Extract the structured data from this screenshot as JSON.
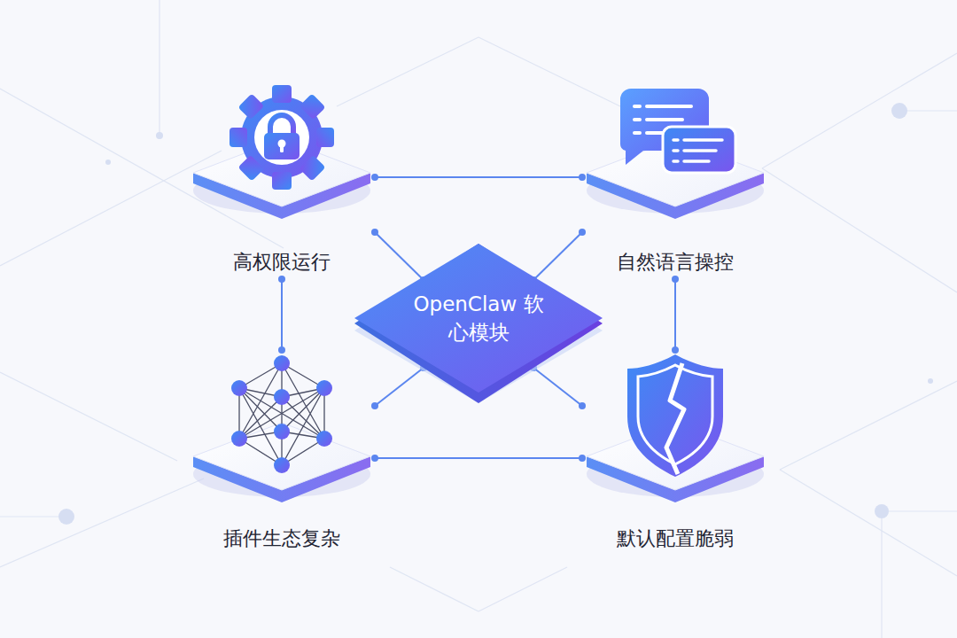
{
  "diagram": {
    "nodes": [
      {
        "text": [
          "高权限运行"
        ]
      },
      {
        "text": [
          "自然语言操控"
        ]
      },
      {
        "text": [
          "OpenClaw 软心模块"
        ]
      },
      {
        "text": [
          "插件生态复杂"
        ]
      },
      {
        "text": [
          "默认配置脆弱"
        ]
      }
    ],
    "edges": [
      {
        "from": 0,
        "to": 1,
        "arrow": "none"
      },
      {
        "from": 0,
        "to": 2,
        "arrow": "none"
      },
      {
        "from": 1,
        "to": 2,
        "arrow": "none"
      },
      {
        "from": 0,
        "to": 3,
        "arrow": "none"
      },
      {
        "from": 1,
        "to": 4,
        "arrow": "none"
      },
      {
        "from": 3,
        "to": 2,
        "arrow": "none"
      },
      {
        "from": 4,
        "to": 2,
        "arrow": "none"
      },
      {
        "from": 3,
        "to": 4,
        "arrow": "none"
      }
    ]
  }
}
